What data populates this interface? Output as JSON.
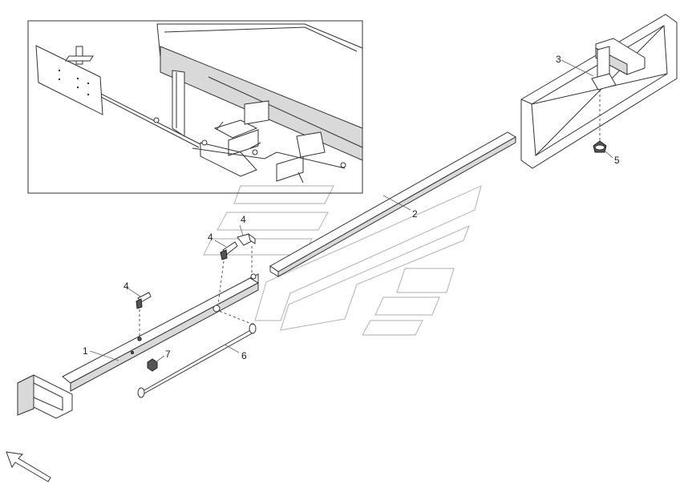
{
  "callouts": [
    {
      "id": "1",
      "text": "1"
    },
    {
      "id": "2",
      "text": "2"
    },
    {
      "id": "3",
      "text": "3"
    },
    {
      "id": "4a",
      "text": "4"
    },
    {
      "id": "4b",
      "text": "4"
    },
    {
      "id": "4c",
      "text": "4"
    },
    {
      "id": "5",
      "text": "5"
    },
    {
      "id": "6",
      "text": "6"
    },
    {
      "id": "7",
      "text": "7"
    }
  ]
}
